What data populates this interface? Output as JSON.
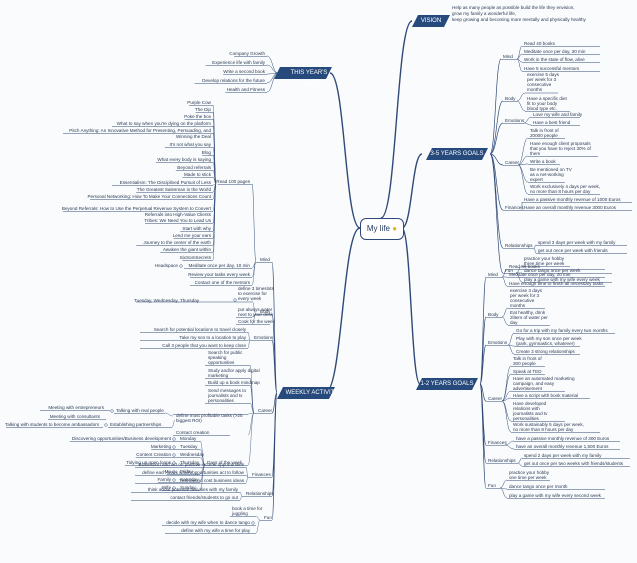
{
  "center": {
    "title": "My life",
    "icon": "lightbulb-icon"
  },
  "colors": {
    "topic_fill": "#274a7d",
    "line": "#2f4a78",
    "center_border": "#2f4a78"
  },
  "vision": {
    "label": "VISION",
    "items": [
      "Help as many people as possible build the life they envision,",
      "grow my family a wonderful life,",
      "keep growing and becoming more mentally and physically healthy"
    ]
  },
  "this_year": {
    "label": "THIS YEAR'S FOCUS",
    "items": [
      "Company Growth",
      "Experience life with family",
      "Write a second book",
      "Develop relations for the future",
      "Health and Fitness"
    ]
  },
  "three_five": {
    "label": "3-5 YEARS GOALS",
    "mind_label": "Mind",
    "mind": [
      "Read 40 books",
      "Meditate once per day, 30 min",
      "Work in the state of flow, alive",
      "Have 5 successful mentors"
    ],
    "body_label": "Body",
    "body": [
      "exercise 5 days",
      "per week for 3",
      "consecutive",
      "months",
      "Have a specific diet",
      "fit to your body",
      "blood type etc."
    ],
    "emotions_label": "Emotions",
    "emotions": [
      "Love my wife and family",
      "Have a best friend"
    ],
    "career_label": "Career",
    "career": [
      "Talk in front of",
      "20000 people",
      "Have enough client proposals",
      "that you have to reject 30% of",
      "them",
      "Write a book",
      "Be mentioned on TV",
      "as a net-working",
      "expert",
      "Work exclusively 4 days per week,",
      "no more than 8 hours per day"
    ],
    "finances_label": "Finances",
    "finances": [
      "Have a passive monthly revenue of 1000 Euros",
      "Have an overall monthly revenue 3000 Euros"
    ],
    "relationships_label": "Relationships",
    "relationships": [
      "spend 3 days per week with my family",
      "get out once per week with friends"
    ],
    "fun_label": "Fun",
    "fun": [
      "practice your hobby",
      "three time per week",
      "dance tango once per week",
      "play a game with my wife every week"
    ]
  },
  "one_two": {
    "label": "1-2 YEARS GOALS",
    "mind_label": "Mind",
    "mind": [
      "Read 36 books",
      "Meditate once per day, 20 min",
      "Have enough time to finish all necessary tasks"
    ],
    "body_label": "Body",
    "body": [
      "exercise 3 days",
      "per week for 3",
      "consecutive",
      "months",
      "Eat healthy, drink",
      "2liters of water per",
      "day"
    ],
    "emotions_label": "Emotions",
    "emotions": [
      "Go for a trip with my family every two months",
      "Play with my son once per week",
      "(park, gymnastics, whatever)",
      "Create 3 strong relationships"
    ],
    "career_label": "Career",
    "career": [
      "Talk in front of",
      "300 people",
      "Speak at TED",
      "Have an automated marketing",
      "campaign, and easy",
      "advertisement",
      "Have a script with book material",
      "Have developed",
      "relations with",
      "journalists and tv",
      "personalities",
      "Work sustainably 5 days per week,",
      "no more than 8 hours per day"
    ],
    "finances_label": "Finances",
    "finances": [
      "have a passive monthly revenue of 300 Euros",
      "have an overall monthly revenue 1,500 Euros"
    ],
    "relationships_label": "Relationships",
    "relationships": [
      "spend 2 days per week with my family",
      "get out once per two weeks with friends/students"
    ],
    "fun_label": "Fun",
    "fun": [
      "practice your hobby",
      "one time per week",
      "dance tango once per month",
      "play a game with my wife every second week"
    ]
  },
  "weekly": {
    "label": "WEEKLY ACTIVITY",
    "mind_label": "Mind",
    "read_label": "Read 100 pages",
    "books": [
      "Purple Cow",
      "The Dip",
      "Poke the box",
      "What to say when you're dying on the platform",
      "Pitch Anything: An Innovative Method for Presenting, Persuading, and",
      "Winning the Deal",
      "It's not what you say",
      "Blog",
      "What every body is saying",
      "Beyond referrals",
      "Made to stick",
      "Essentialism: The Disciplined Pursuit of Less",
      "The Greatest Salesman in the World",
      "Personal Networking: How To Make Your Connections Count",
      "Beyond Referrals: How to Use the Perpetual Revenue System to Convert",
      "Referrals into High-Value Clients",
      "Tribes: We Need You to Lead Us",
      "Start with why",
      "Lend me your ears",
      "Journey to the center of the earth",
      "Awaken the giant within",
      "SixSomSecrets"
    ],
    "mind_other": [
      "Headspace",
      "Meditate once per day, 10 min",
      "Review your tasks every week",
      "Contact one of the mentors"
    ],
    "body_label": "Body",
    "body": [
      "define 3 timeslots",
      "to exercise for",
      "every week",
      "Tuesday, Wednesday, Thursday",
      "put always water",
      "next to your desk",
      "Cook for the week"
    ],
    "emotions_label": "Emotions",
    "emotions": [
      "Search for potential locations to travel closely",
      "Take my son to a location to play",
      "Call 3 people that you want to keep close"
    ],
    "career_label": "Career",
    "career": [
      "Search for public",
      "speaking",
      "opportunities",
      "Study and/or apply digital",
      "marketing",
      "Build up a book mindmap",
      "Send messages to",
      "journalists and tv",
      "personalities",
      "define most profitable tasks (>25",
      "biggest ROI)",
      "Contact creation"
    ],
    "career_left": [
      "Meeting with entrepreneurs",
      "Talking with real people",
      "Meeting with consultants",
      "Talking with students to become ambassadors",
      "Establishing partnerships"
    ],
    "days_label": "Days of the week",
    "days": [
      {
        "task": "Discovering opportunities/Business development",
        "day": "Monday"
      },
      {
        "task": "Marketing",
        "day": "Tuesday"
      },
      {
        "task": "Content Creation",
        "day": "Wednesday"
      },
      {
        "task": "Tidying up open loops",
        "day": "Thursday"
      },
      {
        "task": "Me",
        "day": "Friday"
      },
      {
        "task": "Family",
        "day": "Saturday"
      },
      {
        "task": "Wife",
        "day": "Sunday"
      }
    ],
    "finances_label": "Finances",
    "finances": [
      "Brainstorm and act on passive income opportunities",
      "define each week which opportunities act to follow",
      "Test low-no cost business ideas"
    ],
    "relationships_label": "Relationships",
    "relationships": [
      "think about potential activities with my family",
      "contact friends/students to go out"
    ],
    "fun_label": "Fun",
    "fun": [
      "book a time for",
      "juggling",
      "decide with my wife when to dance tango",
      "define with my wife a time for play"
    ]
  }
}
